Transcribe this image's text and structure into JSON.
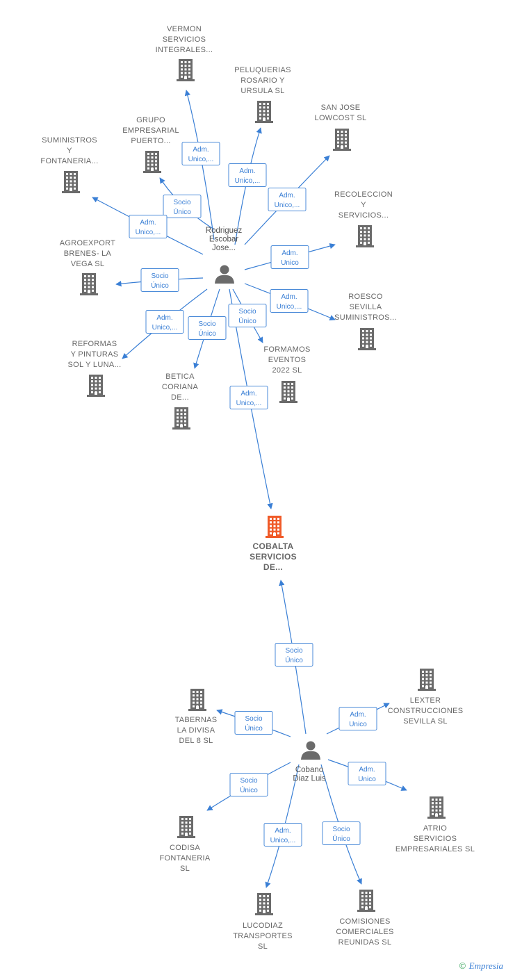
{
  "diagram": {
    "companies": [
      {
        "id": "vermon",
        "lines": [
          "VERMON",
          "SERVICIOS",
          "INTEGRALES..."
        ],
        "icon": "building-icon"
      },
      {
        "id": "peluquerias",
        "lines": [
          "PELUQUERIAS",
          "ROSARIO Y",
          "URSULA  SL"
        ],
        "icon": "building-icon"
      },
      {
        "id": "sanjose",
        "lines": [
          "SAN JOSE",
          "LOWCOST  SL"
        ],
        "icon": "building-icon"
      },
      {
        "id": "grupo",
        "lines": [
          "GRUPO",
          "EMPRESARIAL",
          "PUERTO..."
        ],
        "icon": "building-icon"
      },
      {
        "id": "suministros",
        "lines": [
          "SUMINISTROS",
          "Y",
          "FONTANERIA..."
        ],
        "icon": "building-icon"
      },
      {
        "id": "recoleccion",
        "lines": [
          "RECOLECCION",
          "Y",
          "SERVICIOS..."
        ],
        "icon": "building-icon"
      },
      {
        "id": "agroexport",
        "lines": [
          "AGROEXPORT",
          "BRENES- LA",
          "VEGA  SL"
        ],
        "icon": "building-icon"
      },
      {
        "id": "roesco",
        "lines": [
          "ROESCO",
          "SEVILLA",
          "SUMINISTROS..."
        ],
        "icon": "building-icon"
      },
      {
        "id": "reformas",
        "lines": [
          "REFORMAS",
          "Y PINTURAS",
          "SOL Y LUNA..."
        ],
        "icon": "building-icon"
      },
      {
        "id": "formamos",
        "lines": [
          "FORMAMOS",
          "EVENTOS",
          "2022  SL"
        ],
        "icon": "building-icon"
      },
      {
        "id": "betica",
        "lines": [
          "BETICA",
          "CORIANA",
          "DE..."
        ],
        "icon": "building-icon"
      },
      {
        "id": "cobalta",
        "lines": [
          "COBALTA",
          "SERVICIOS",
          "DE..."
        ],
        "icon": "building-icon",
        "focus": true
      },
      {
        "id": "lexter",
        "lines": [
          "LEXTER",
          "CONSTRUCCIONES",
          "SEVILLA SL"
        ],
        "icon": "building-icon"
      },
      {
        "id": "tabernas",
        "lines": [
          "TABERNAS",
          "LA DIVISA",
          "DEL 8  SL"
        ],
        "icon": "building-icon"
      },
      {
        "id": "atrio",
        "lines": [
          "ATRIO",
          "SERVICIOS",
          "EMPRESARIALES SL"
        ],
        "icon": "building-icon"
      },
      {
        "id": "codisa",
        "lines": [
          "CODISA",
          "FONTANERIA",
          "SL"
        ],
        "icon": "building-icon"
      },
      {
        "id": "lucodiaz",
        "lines": [
          "LUCODIAZ",
          "TRANSPORTES",
          "SL"
        ],
        "icon": "building-icon"
      },
      {
        "id": "comisiones",
        "lines": [
          "COMISIONES",
          "COMERCIALES",
          "REUNIDAS  SL"
        ],
        "icon": "building-icon"
      }
    ],
    "people": [
      {
        "id": "rodriguez",
        "lines": [
          "Rodriguez",
          "Escobar",
          "Jose..."
        ],
        "icon": "person-icon"
      },
      {
        "id": "cobano",
        "lines": [
          "Cobano",
          "Diaz Luis"
        ],
        "icon": "person-icon"
      }
    ],
    "edges": [
      {
        "from": "rodriguez",
        "to": "vermon",
        "label": [
          "Adm.",
          "Unico,..."
        ]
      },
      {
        "from": "rodriguez",
        "to": "peluquerias",
        "label": [
          "Adm.",
          "Unico,..."
        ]
      },
      {
        "from": "rodriguez",
        "to": "sanjose",
        "label": [
          "Adm.",
          "Unico,..."
        ]
      },
      {
        "from": "rodriguez",
        "to": "grupo",
        "label": [
          "Socio",
          "Único"
        ]
      },
      {
        "from": "rodriguez",
        "to": "suministros",
        "label": [
          "Adm.",
          "Unico,..."
        ]
      },
      {
        "from": "rodriguez",
        "to": "recoleccion",
        "label": [
          "Adm.",
          "Unico"
        ]
      },
      {
        "from": "rodriguez",
        "to": "agroexport",
        "label": [
          "Socio",
          "Único"
        ]
      },
      {
        "from": "rodriguez",
        "to": "roesco",
        "label": [
          "Adm.",
          "Unico,..."
        ]
      },
      {
        "from": "rodriguez",
        "to": "reformas",
        "label": [
          "Adm.",
          "Unico,..."
        ]
      },
      {
        "from": "rodriguez",
        "to": "formamos",
        "label": [
          "Socio",
          "Único"
        ]
      },
      {
        "from": "rodriguez",
        "to": "betica",
        "label": [
          "Socio",
          "Único"
        ]
      },
      {
        "from": "rodriguez",
        "to": "cobalta",
        "label": [
          "Adm.",
          "Unico,..."
        ]
      },
      {
        "from": "cobano",
        "to": "cobalta",
        "label": [
          "Socio",
          "Único"
        ]
      },
      {
        "from": "cobano",
        "to": "lexter",
        "label": [
          "Adm.",
          "Unico"
        ]
      },
      {
        "from": "cobano",
        "to": "tabernas",
        "label": [
          "Socio",
          "Único"
        ]
      },
      {
        "from": "cobano",
        "to": "atrio",
        "label": [
          "Adm.",
          "Unico"
        ]
      },
      {
        "from": "cobano",
        "to": "codisa",
        "label": [
          "Socio",
          "Único"
        ]
      },
      {
        "from": "cobano",
        "to": "lucodiaz",
        "label": [
          "Adm.",
          "Unico,..."
        ]
      },
      {
        "from": "cobano",
        "to": "comisiones",
        "label": [
          "Socio",
          "Único"
        ]
      }
    ],
    "colors": {
      "edge": "#3a7fd5",
      "building": "#6b6b6b",
      "focus_building": "#f05a28",
      "person": "#6b6b6b",
      "text": "#666666"
    }
  },
  "watermark": {
    "copyright": "©",
    "brand": "Empresia"
  }
}
